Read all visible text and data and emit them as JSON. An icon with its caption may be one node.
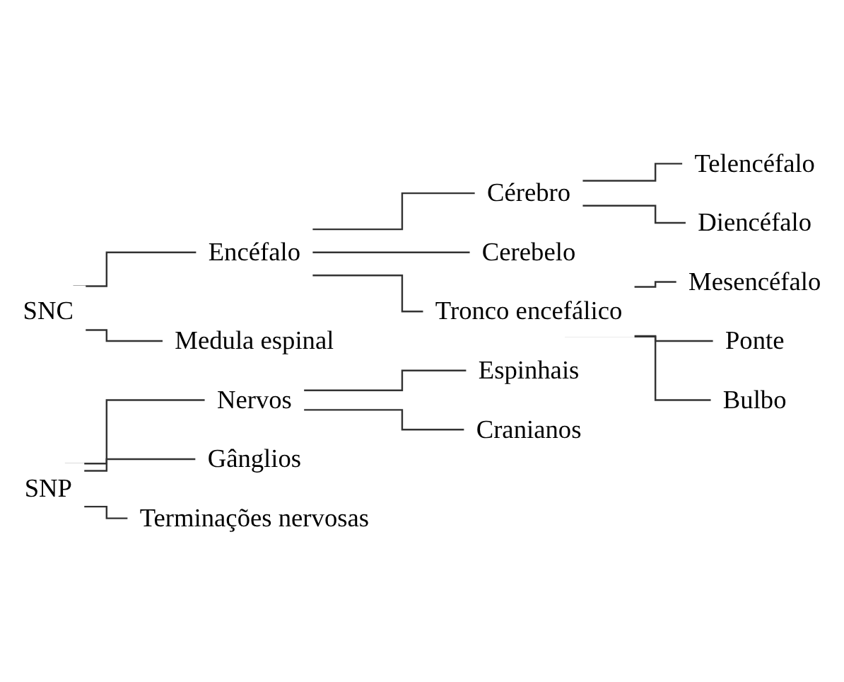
{
  "diagram": {
    "nodes": [
      {
        "text": [
          "SNC"
        ]
      },
      {
        "text": [
          "Encéfalo"
        ]
      },
      {
        "text": [
          "Cérebro"
        ]
      },
      {
        "text": [
          "Telencéfalo"
        ]
      },
      {
        "text": [
          "Diencéfalo"
        ]
      },
      {
        "text": [
          "Cerebelo"
        ]
      },
      {
        "text": [
          "Tronco encefálico"
        ]
      },
      {
        "text": [
          "Mesencéfalo"
        ]
      },
      {
        "text": [
          "Ponte"
        ]
      },
      {
        "text": [
          "Bulbo"
        ]
      },
      {
        "text": [
          "Medula espinal"
        ]
      },
      {
        "text": [
          "SNP"
        ]
      },
      {
        "text": [
          "Nervos"
        ]
      },
      {
        "text": [
          "Espinhais"
        ]
      },
      {
        "text": [
          "Cranianos"
        ]
      },
      {
        "text": [
          "Gânglios"
        ]
      },
      {
        "text": [
          "Terminações nervosas"
        ]
      }
    ],
    "edges": [
      {
        "from": 0,
        "to": 1,
        "arrow": "none"
      },
      {
        "from": 1,
        "to": 2,
        "arrow": "none"
      },
      {
        "from": 2,
        "to": 3,
        "arrow": "none"
      },
      {
        "from": 2,
        "to": 4,
        "arrow": "none"
      },
      {
        "from": 1,
        "to": 5,
        "arrow": "none"
      },
      {
        "from": 1,
        "to": 6,
        "arrow": "none"
      },
      {
        "from": 6,
        "to": 7,
        "arrow": "none"
      },
      {
        "from": 6,
        "to": 8,
        "arrow": "none"
      },
      {
        "from": 6,
        "to": 9,
        "arrow": "none"
      },
      {
        "from": 0,
        "to": 10,
        "arrow": "none"
      },
      {
        "from": 11,
        "to": 12,
        "arrow": "none"
      },
      {
        "from": 12,
        "to": 13,
        "arrow": "none"
      },
      {
        "from": 12,
        "to": 14,
        "arrow": "none"
      },
      {
        "from": 11,
        "to": 15,
        "arrow": "none"
      },
      {
        "from": 11,
        "to": 16,
        "arrow": "none"
      }
    ]
  }
}
